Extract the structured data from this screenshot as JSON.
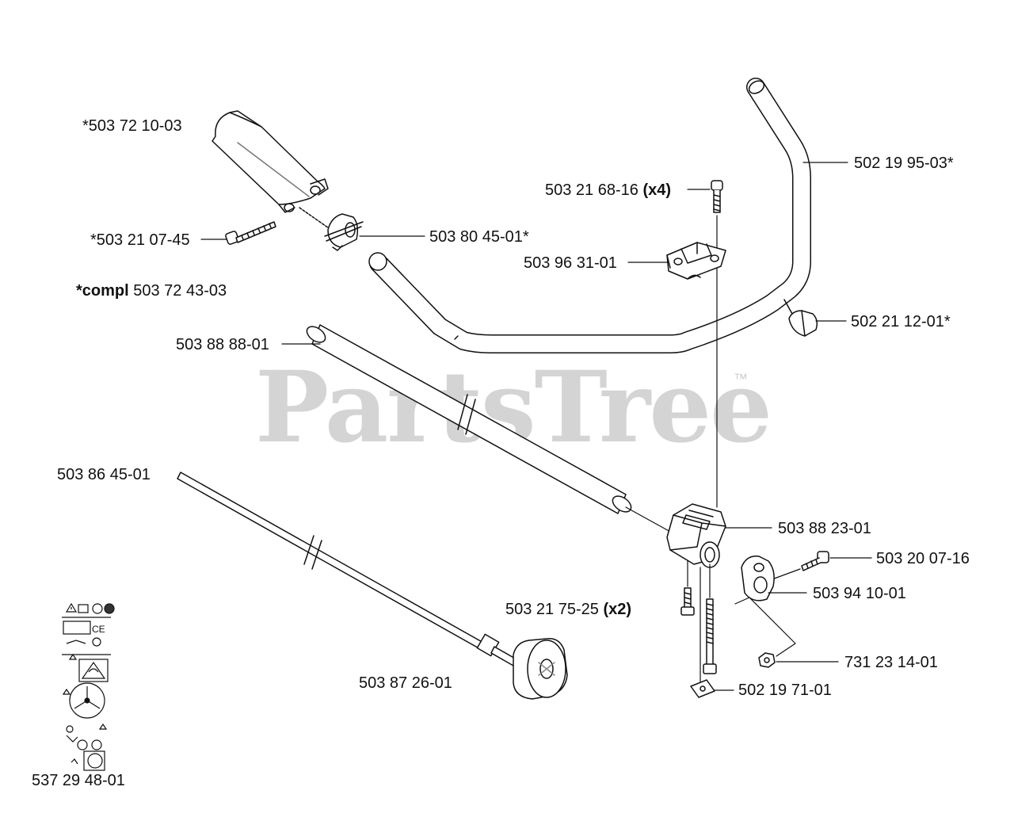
{
  "watermark": {
    "text": "PartsTree",
    "tm": "™",
    "color": "#d4d4d4"
  },
  "colors": {
    "line": "#111111",
    "fill": "#ffffff",
    "hatch": "#6a6a6a"
  },
  "parts": [
    {
      "id": "p1",
      "label": "*503 72 10-03"
    },
    {
      "id": "p2",
      "label": "*503 21 07-45"
    },
    {
      "id": "p3",
      "label": "503 80 45-01*"
    },
    {
      "id": "p4",
      "label_prefix": "*compl",
      "label": "503 72 43-03"
    },
    {
      "id": "p5",
      "label": "503 88 88-01"
    },
    {
      "id": "p6",
      "label": "503 21 68-16",
      "qty": "(x4)"
    },
    {
      "id": "p7",
      "label": "503 96 31-01"
    },
    {
      "id": "p8",
      "label": "502 19 95-03*"
    },
    {
      "id": "p9",
      "label": "502 21 12-01*"
    },
    {
      "id": "p10",
      "label": "503 86 45-01"
    },
    {
      "id": "p11",
      "label": "503 88 23-01"
    },
    {
      "id": "p12",
      "label": "503 20 07-16"
    },
    {
      "id": "p13",
      "label": "503 94 10-01"
    },
    {
      "id": "p14",
      "label": "503 21 75-25",
      "qty": "(x2)"
    },
    {
      "id": "p15",
      "label": "731 23 14-01"
    },
    {
      "id": "p16",
      "label": "503 87 26-01"
    },
    {
      "id": "p17",
      "label": "502 19 71-01"
    },
    {
      "id": "p18",
      "label": "537 29 48-01"
    }
  ],
  "decal_icons": [
    "warning-triangle-icon",
    "safety-gear-icon",
    "ce-mark-icon",
    "blade-hazard-icon",
    "rotation-diagram-icon",
    "operator-distance-icon",
    "speed-icon"
  ]
}
